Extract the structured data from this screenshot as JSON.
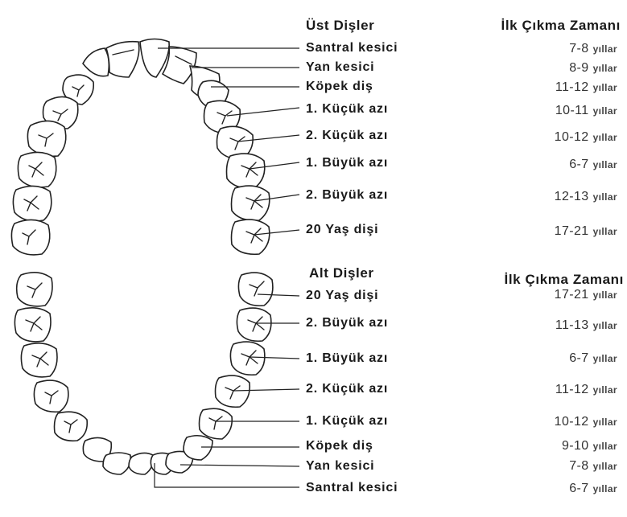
{
  "upper": {
    "title": "Üst Dişler",
    "age_header": "İlk Çıkma Zamanı",
    "rows": [
      {
        "name": "Santral kesici",
        "age": "7-8",
        "unit": "yıllar"
      },
      {
        "name": "Yan kesici",
        "age": "8-9",
        "unit": "yıllar"
      },
      {
        "name": "Köpek diş",
        "age": "11-12",
        "unit": "yıllar"
      },
      {
        "name": "1. Küçük azı",
        "age": "10-11",
        "unit": "yıllar"
      },
      {
        "name": "2. Küçük azı",
        "age": "10-12",
        "unit": "yıllar"
      },
      {
        "name": "1. Büyük azı",
        "age": "6-7",
        "unit": "yıllar"
      },
      {
        "name": "2. Büyük azı",
        "age": "12-13",
        "unit": "yıllar"
      },
      {
        "name": "20 Yaş dişi",
        "age": "17-21",
        "unit": "yıllar"
      }
    ]
  },
  "lower": {
    "title": "Alt Dişler",
    "age_header": "İlk Çıkma Zamanı",
    "rows": [
      {
        "name": "20 Yaş dişi",
        "age": "17-21",
        "unit": "yıllar"
      },
      {
        "name": "2. Büyük azı",
        "age": "11-13",
        "unit": "yıllar"
      },
      {
        "name": "1. Büyük azı",
        "age": "6-7",
        "unit": "yıllar"
      },
      {
        "name": "2. Küçük azı",
        "age": "11-12",
        "unit": "yıllar"
      },
      {
        "name": "1. Küçük azı",
        "age": "10-12",
        "unit": "yıllar"
      },
      {
        "name": "Köpek diş",
        "age": "9-10",
        "unit": "yıllar"
      },
      {
        "name": "Yan kesici",
        "age": "7-8",
        "unit": "yıllar"
      },
      {
        "name": "Santral kesici",
        "age": "6-7",
        "unit": "yıllar"
      }
    ]
  }
}
